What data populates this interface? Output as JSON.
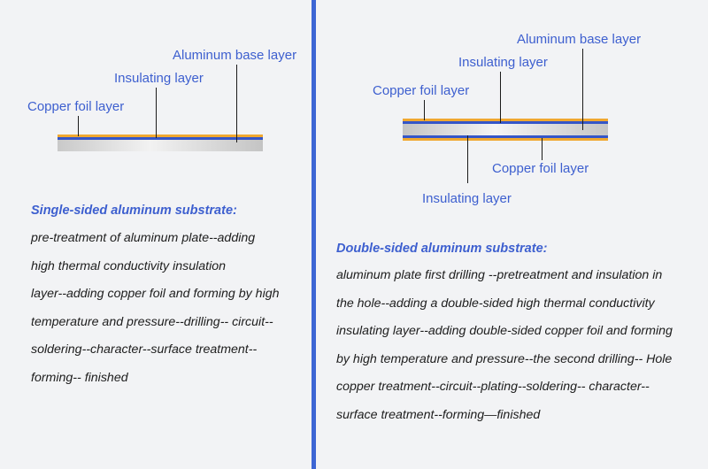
{
  "colors": {
    "accent": "#3d5fcf",
    "divider": "#3d66d4",
    "copper": "#f0a830",
    "insulation": "#3556c8",
    "aluminum": "#d3d3d3"
  },
  "single": {
    "labels": {
      "aluminum": "Aluminum base layer",
      "insulating": "Insulating layer",
      "copper": "Copper foil layer"
    },
    "heading": "Single-sided aluminum substrate:",
    "body": [
      "pre-treatment of aluminum plate--adding",
      "high thermal conductivity insulation",
      "layer--adding copper foil and forming by high",
      "temperature and pressure--drilling-- circuit--",
      "soldering--character--surface treatment--",
      "forming-- finished"
    ]
  },
  "double": {
    "labels": {
      "aluminum": "Aluminum base layer",
      "insulating_top": "Insulating layer",
      "copper_top": "Copper foil layer",
      "copper_bottom": "Copper foil layer",
      "insulating_bottom": "Insulating layer"
    },
    "heading": "Double-sided aluminum substrate:",
    "body": [
      "aluminum plate first drilling --pretreatment and insulation in",
      "the hole--adding a double-sided high thermal conductivity",
      "insulating layer--adding double-sided copper foil and forming",
      "by high temperature and pressure--the second drilling-- Hole",
      "copper treatment--circuit--plating--soldering-- character--",
      "surface treatment--forming—finished"
    ]
  }
}
